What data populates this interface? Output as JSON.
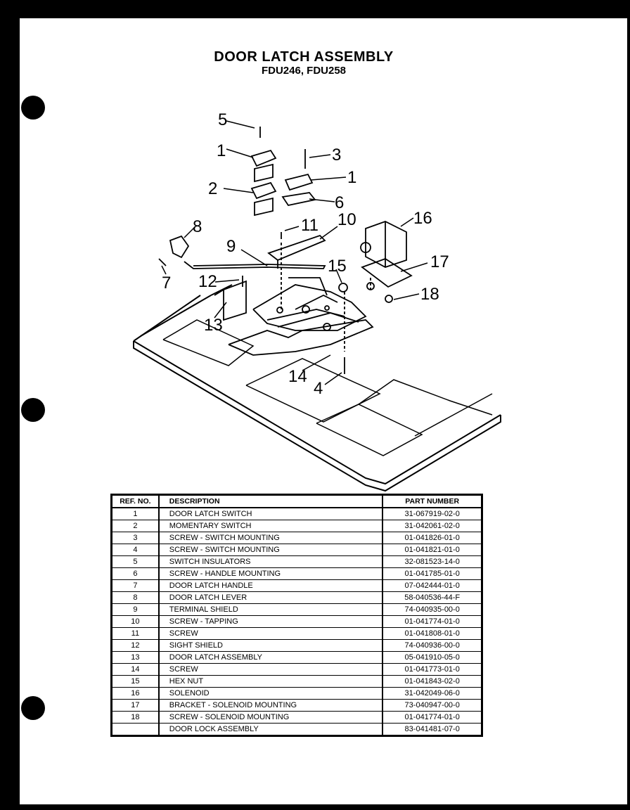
{
  "title": "DOOR LATCH ASSEMBLY",
  "subtitle": "FDU246, FDU258",
  "callouts": [
    "1",
    "1",
    "2",
    "3",
    "4",
    "5",
    "6",
    "7",
    "8",
    "9",
    "10",
    "11",
    "12",
    "13",
    "14",
    "15",
    "16",
    "17",
    "18"
  ],
  "table": {
    "headers": [
      "REF. NO.",
      "DESCRIPTION",
      "PART NUMBER"
    ],
    "rows": [
      {
        "ref": "1",
        "desc": "DOOR LATCH SWITCH",
        "part": "31-067919-02-0"
      },
      {
        "ref": "2",
        "desc": "MOMENTARY SWITCH",
        "part": "31-042061-02-0"
      },
      {
        "ref": "3",
        "desc": "SCREW - SWITCH MOUNTING",
        "part": "01-041826-01-0"
      },
      {
        "ref": "4",
        "desc": "SCREW - SWITCH MOUNTING",
        "part": "01-041821-01-0"
      },
      {
        "ref": "5",
        "desc": "SWITCH INSULATORS",
        "part": "32-081523-14-0"
      },
      {
        "ref": "6",
        "desc": "SCREW - HANDLE MOUNTING",
        "part": "01-041785-01-0"
      },
      {
        "ref": "7",
        "desc": "DOOR LATCH HANDLE",
        "part": "07-042444-01-0"
      },
      {
        "ref": "8",
        "desc": "DOOR LATCH LEVER",
        "part": "58-040536-44-F"
      },
      {
        "ref": "9",
        "desc": "TERMINAL SHIELD",
        "part": "74-040935-00-0"
      },
      {
        "ref": "10",
        "desc": "SCREW - TAPPING",
        "part": "01-041774-01-0"
      },
      {
        "ref": "11",
        "desc": "SCREW",
        "part": "01-041808-01-0"
      },
      {
        "ref": "12",
        "desc": "SIGHT SHIELD",
        "part": "74-040936-00-0"
      },
      {
        "ref": "13",
        "desc": "DOOR LATCH ASSEMBLY",
        "part": "05-041910-05-0"
      },
      {
        "ref": "14",
        "desc": "SCREW",
        "part": "01-041773-01-0"
      },
      {
        "ref": "15",
        "desc": "HEX NUT",
        "part": "01-041843-02-0"
      },
      {
        "ref": "16",
        "desc": "SOLENOID",
        "part": "31-042049-06-0"
      },
      {
        "ref": "17",
        "desc": "BRACKET - SOLENOID MOUNTING",
        "part": "73-040947-00-0"
      },
      {
        "ref": "18",
        "desc": "SCREW - SOLENOID MOUNTING",
        "part": "01-041774-01-0"
      },
      {
        "ref": "",
        "desc": "DOOR LOCK ASSEMBLY",
        "part": "83-041481-07-0"
      }
    ]
  }
}
